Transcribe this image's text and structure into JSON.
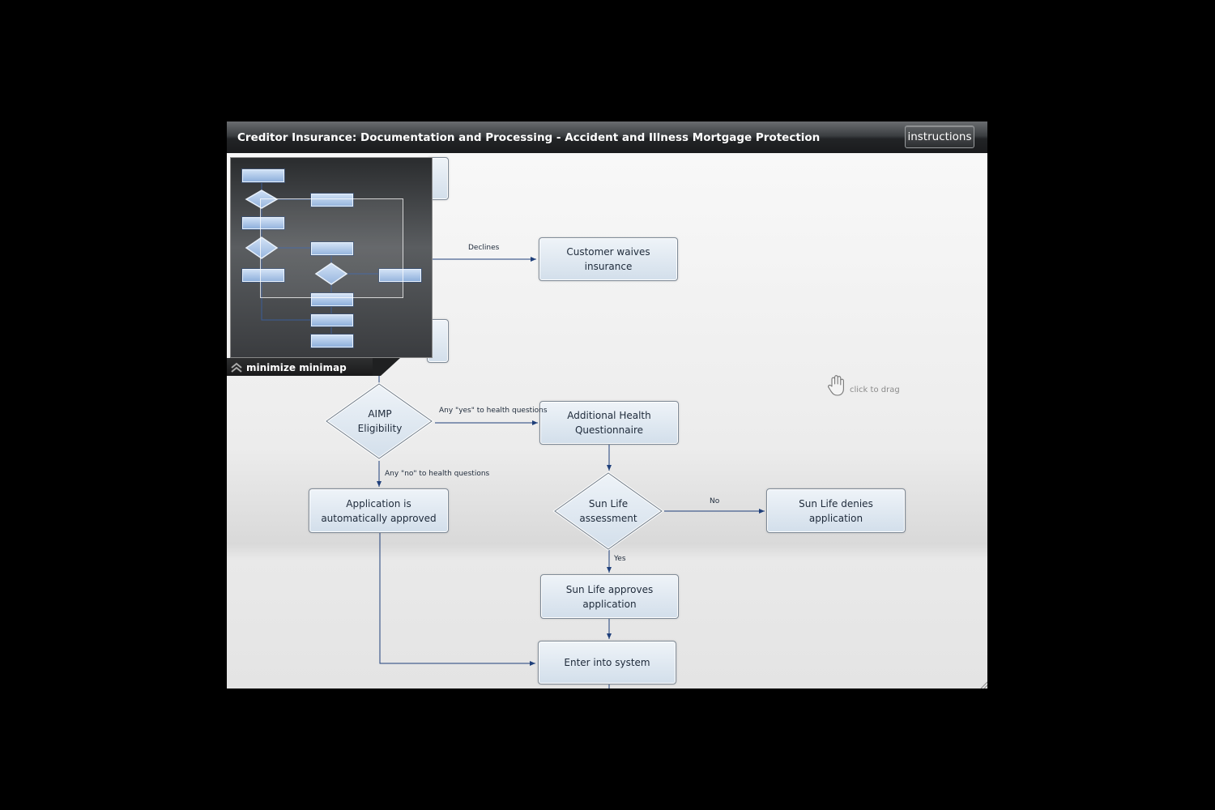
{
  "window": {
    "title": "Creditor Insurance: Documentation and Processing - Accident and Illness Mortgage Protection",
    "instructions_label": "instructions"
  },
  "flowchart": {
    "nodes": {
      "customer_waives": "Customer waives insurance",
      "aimp_eligibility": "AIMP Eligibility",
      "additional_health": "Additional Health Questionnaire",
      "auto_approved": "Application is automatically approved",
      "sun_life_assessment": "Sun Life assessment",
      "sun_life_denies": "Sun Life denies application",
      "sun_life_approves": "Sun Life approves application",
      "enter_system": "Enter into system"
    },
    "edge_labels": {
      "declines": "Declines",
      "any_yes": "Any \"yes\" to health questions",
      "any_no": "Any \"no\" to health questions",
      "no": "No",
      "yes": "Yes"
    },
    "edge_color": "#1f3f7a"
  },
  "drag_hint": {
    "icon": "hand-icon",
    "label": "click to drag"
  },
  "minimap": {
    "minimize_label": "minimize minimap",
    "icon": "chevron-double-up-icon"
  }
}
